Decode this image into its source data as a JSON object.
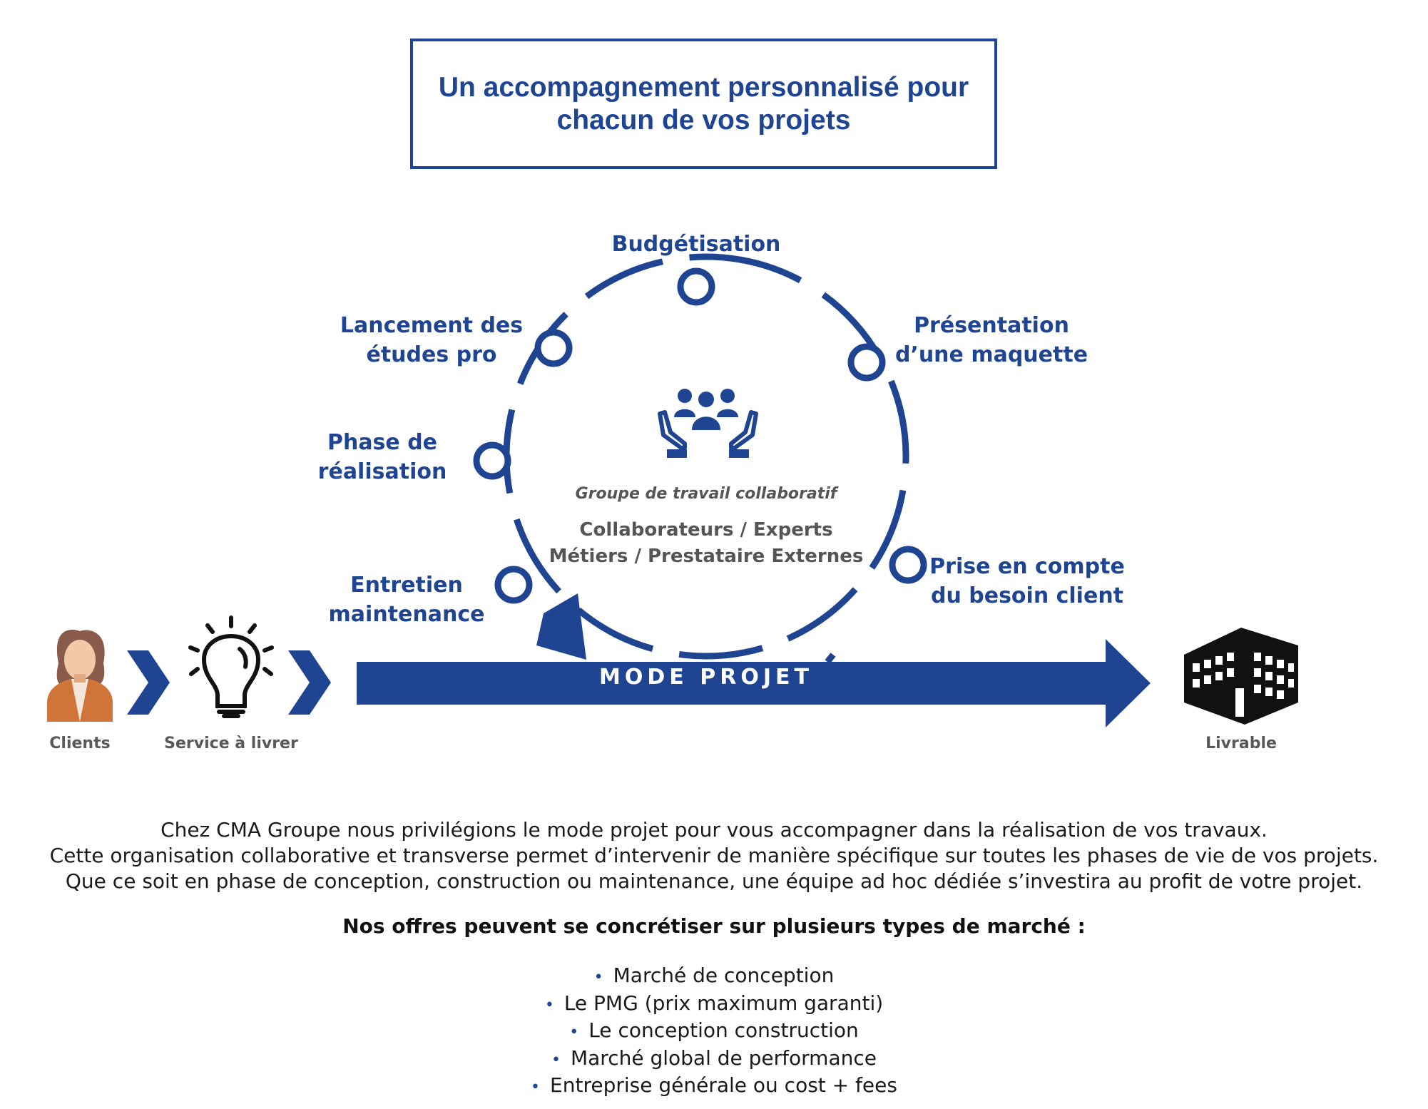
{
  "title": {
    "line1": "Un accompagnement personnalisé pour",
    "line2": "chacun de vos projets"
  },
  "colors": {
    "primary": "#1f4592",
    "client_skin": "#e1a980",
    "client_jacket": "#d0743a",
    "building": "#111111"
  },
  "cycle": {
    "phases": [
      {
        "id": "budgetisation",
        "lines": [
          "Budgétisation"
        ]
      },
      {
        "id": "presentation",
        "lines": [
          "Présentation",
          "d’une maquette"
        ]
      },
      {
        "id": "prise-en-compte",
        "lines": [
          "Prise en compte",
          "du besoin client"
        ]
      },
      {
        "id": "entretien",
        "lines": [
          "Entretien",
          "maintenance"
        ]
      },
      {
        "id": "phase-realisation",
        "lines": [
          "Phase de",
          "réalisation"
        ]
      },
      {
        "id": "lancement",
        "lines": [
          "Lancement des",
          "études pro"
        ]
      }
    ],
    "center": {
      "icon": "team-in-hands-icon",
      "italic": "Groupe de travail collaboratif",
      "line1": "Collaborateurs / Experts",
      "line2": "Métiers / Prestataire Externes"
    }
  },
  "flow": {
    "clients_label": "Clients",
    "service_label": "Service à livrer",
    "mode_label": "MODE PROJET",
    "livrable_label": "Livrable"
  },
  "description": {
    "lines": [
      "Chez CMA Groupe nous privilégions le mode projet pour vous accompagner dans la réalisation de vos travaux.",
      "Cette organisation collaborative et transverse permet d’intervenir de manière spécifique sur toutes les phases de vie de vos projets.",
      "Que ce soit en phase de conception, construction ou maintenance, une équipe ad hoc dédiée s’investira au profit de votre projet."
    ]
  },
  "offers": {
    "title": "Nos offres peuvent se concrétiser sur plusieurs types de marché :",
    "items": [
      "Marché de conception",
      "Le PMG (prix maximum garanti)",
      "Le conception construction",
      "Marché global de performance",
      "Entreprise générale ou cost + fees"
    ]
  }
}
